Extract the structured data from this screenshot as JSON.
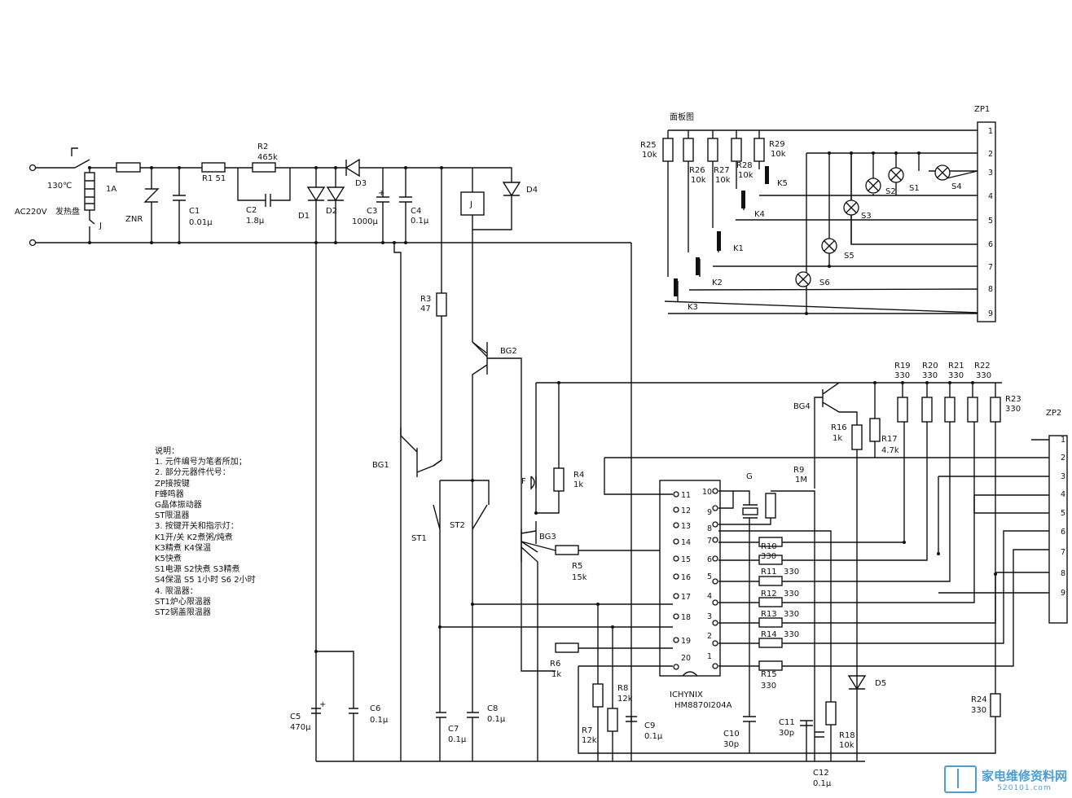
{
  "power": {
    "thermal_fuse": "130℃",
    "ac": "AC220V",
    "heater": "发热盘",
    "fuse": "1A",
    "relay_contact": "J",
    "znr": "ZNR",
    "r1": "R1  51",
    "c1": "C1",
    "c1v": "0.01μ",
    "r2": "R2",
    "r2v": "465k",
    "c2": "C2",
    "c2v": "1.8μ",
    "d1": "D1",
    "d2": "D2",
    "d3": "D3",
    "c3": "C3",
    "c3v": "1000μ",
    "c4": "C4",
    "c4v": "0.1μ",
    "relay": "J",
    "d4": "D4",
    "r3": "R3",
    "r3v": "47",
    "bg1": "BG1",
    "bg2": "BG2",
    "st1": "ST1",
    "st2": "ST2",
    "c5": "C5",
    "c5v": "470μ",
    "c6": "C6",
    "c6v": "0.1μ",
    "c7": "C7",
    "c7v": "0.1μ",
    "c8": "C8",
    "c8v": "0.1μ"
  },
  "panel": {
    "title": "面板图",
    "zp1": "ZP1",
    "pins": [
      "1",
      "2",
      "3",
      "4",
      "5",
      "6",
      "7",
      "8",
      "9"
    ],
    "r25": "R25",
    "r25v": "10k",
    "r26": "R26",
    "r26v": "10k",
    "r27": "R27",
    "r27v": "10k",
    "r28": "R28",
    "r28v": "10k",
    "r29": "R29",
    "r29v": "10k",
    "k1": "K1",
    "k2": "K2",
    "k3": "K3",
    "k4": "K4",
    "k5": "K5",
    "s1": "S1",
    "s2": "S2",
    "s3": "S3",
    "s4": "S4",
    "s5": "S5",
    "s6": "S6"
  },
  "logic": {
    "bg3": "BG3",
    "bg4": "BG4",
    "f": "F",
    "r4": "R4",
    "r4v": "1k",
    "r5": "R5",
    "r5v": "15k",
    "r6": "R6",
    "r6v": "1k",
    "r7": "R7",
    "r7v": "12k",
    "r8": "R8",
    "r8v": "12k",
    "c9": "C9",
    "c9v": "0.1μ",
    "c10": "C10",
    "c10v": "30p",
    "c11": "C11",
    "c11v": "30p",
    "c12": "C12",
    "c12v": "0.1μ",
    "g": "G",
    "r9": "R9",
    "r9v": "1M",
    "r10": "R10",
    "r10v": "330",
    "r11": "R11",
    "r11v": "330",
    "r12": "R12",
    "r12v": "330",
    "r13": "R13",
    "r13v": "330",
    "r14": "R14",
    "r14v": "330",
    "r15": "R15",
    "r15v": "330",
    "r16": "R16",
    "r16v": "1k",
    "r17": "R17",
    "r17v": "4.7k",
    "r18": "R18",
    "r18v": "10k",
    "r19": "R19",
    "r19v": "330",
    "r20": "R20",
    "r20v": "330",
    "r21": "R21",
    "r21v": "330",
    "r22": "R22",
    "r22v": "330",
    "r23": "R23",
    "r23v": "330",
    "r24": "R24",
    "r24v": "330",
    "d5": "D5",
    "ic_name1": "ICHYNIX",
    "ic_name2": "HM8870I204A",
    "zp2": "ZP2",
    "ic_left_pins": [
      "11",
      "12",
      "13",
      "14",
      "15",
      "16",
      "17",
      "18",
      "19",
      "20"
    ],
    "ic_right_pins": [
      "10",
      "9",
      "8",
      "7",
      "6",
      "5",
      "4",
      "3",
      "2",
      "1"
    ]
  },
  "notes": [
    "说明：",
    "1. 元件编号为笔者所加；",
    "2. 部分元器件代号：",
    "ZP接按键",
    "F蜂鸣器",
    "G晶体振动器",
    "ST限温器",
    "3. 按键开关和指示灯：",
    "K1开/关  K2煮粥/炖煮",
    "K3精煮   K4保温",
    "K5快煮",
    "S1电源  S2快煮  S3精煮",
    "S4保温  S5  1小时  S6  2小时",
    "4. 限温器：",
    "ST1炉心限温器",
    "ST2锅盖限温器"
  ],
  "watermark": {
    "text": "家电维修资料网",
    "sub": "520101.com"
  }
}
